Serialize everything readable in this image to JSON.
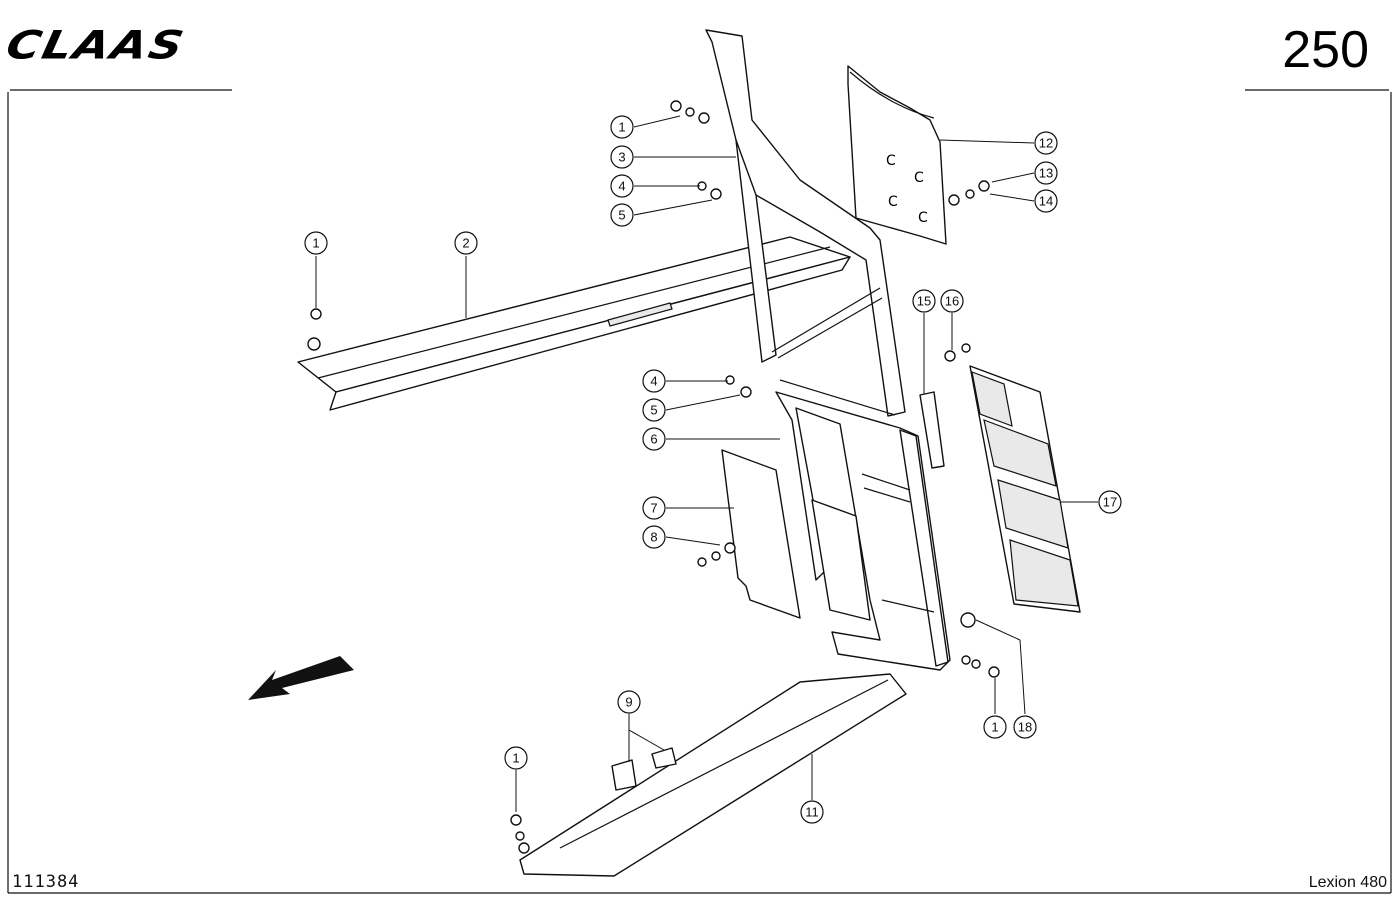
{
  "header": {
    "brand": "CLAAS",
    "page_number": "250"
  },
  "footer": {
    "drawing_number": "111384",
    "model": "Lexion 480"
  },
  "callouts": [
    {
      "id": "c1a",
      "label": "1"
    },
    {
      "id": "c2",
      "label": "2"
    },
    {
      "id": "c1b",
      "label": "1"
    },
    {
      "id": "c3",
      "label": "3"
    },
    {
      "id": "c4a",
      "label": "4"
    },
    {
      "id": "c5a",
      "label": "5"
    },
    {
      "id": "c12",
      "label": "12"
    },
    {
      "id": "c13",
      "label": "13"
    },
    {
      "id": "c14",
      "label": "14"
    },
    {
      "id": "c15",
      "label": "15"
    },
    {
      "id": "c16",
      "label": "16"
    },
    {
      "id": "c4b",
      "label": "4"
    },
    {
      "id": "c5b",
      "label": "5"
    },
    {
      "id": "c6",
      "label": "6"
    },
    {
      "id": "c7",
      "label": "7"
    },
    {
      "id": "c8",
      "label": "8"
    },
    {
      "id": "c17",
      "label": "17"
    },
    {
      "id": "c9",
      "label": "9"
    },
    {
      "id": "c1c",
      "label": "1"
    },
    {
      "id": "c18",
      "label": "18"
    },
    {
      "id": "c1d",
      "label": "1"
    },
    {
      "id": "c11",
      "label": "11"
    }
  ]
}
